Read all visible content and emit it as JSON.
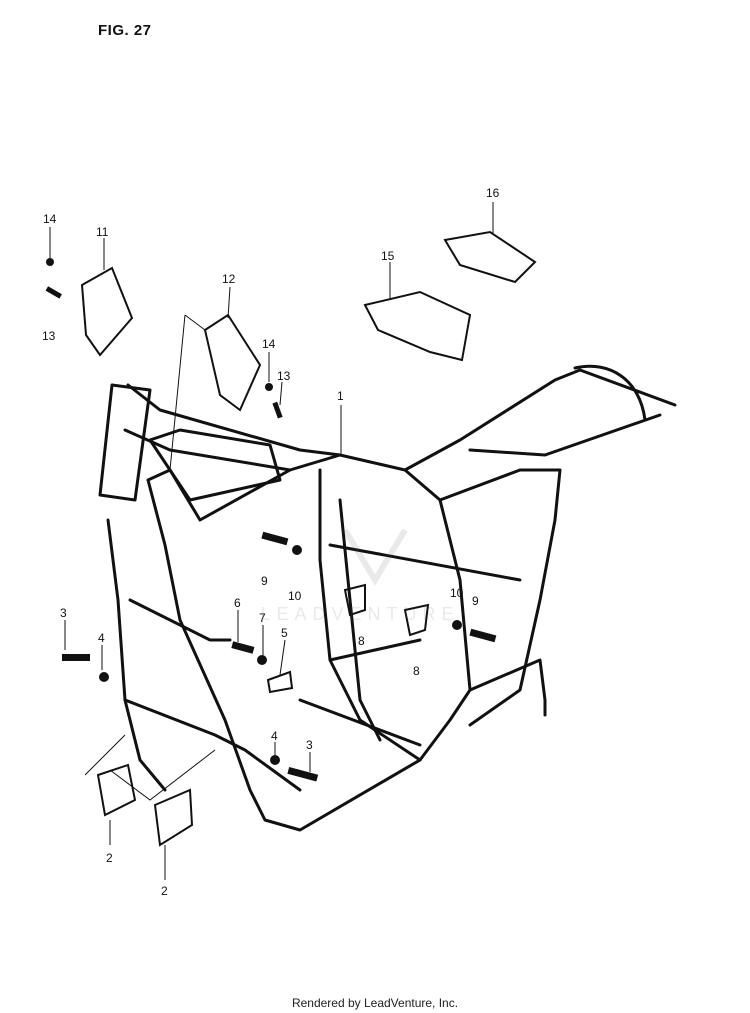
{
  "figure": {
    "title": "FIG. 27"
  },
  "callouts": {
    "p1": "1",
    "p2a": "2",
    "p2b": "2",
    "p3a": "3",
    "p3b": "3",
    "p4a": "4",
    "p4b": "4",
    "p5": "5",
    "p6": "6",
    "p7": "7",
    "p8a": "8",
    "p8b": "8",
    "p9a": "9",
    "p9b": "9",
    "p10a": "10",
    "p10b": "10",
    "p11": "11",
    "p12": "12",
    "p13a": "13",
    "p13b": "13",
    "p14a": "14",
    "p14b": "14",
    "p15": "15",
    "p16": "16"
  },
  "watermark": {
    "text": "LEADVENTURE"
  },
  "footer": {
    "text": "Rendered by LeadVenture, Inc."
  }
}
